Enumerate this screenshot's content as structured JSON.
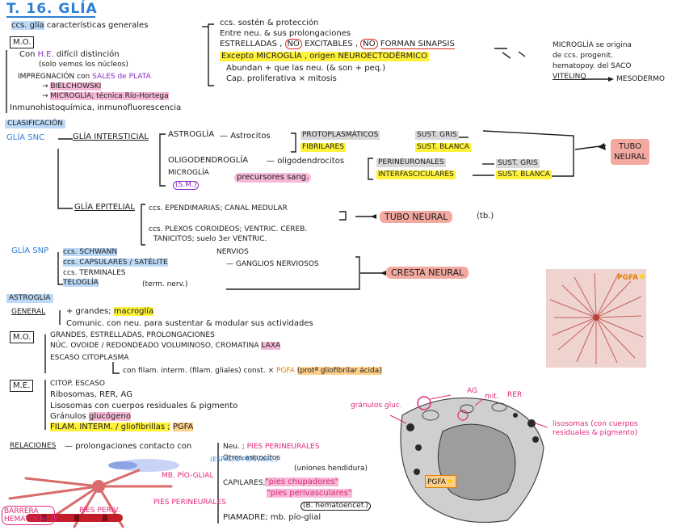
{
  "title": "T. 16. GLÍA",
  "intro": {
    "label": "ccs. glía",
    "desc": "características generales",
    "points": [
      "ccs. sostén & protección",
      "Entre neu. & sus prolongaciones",
      "ESTRELLADAS ,",
      "NO",
      "EXCITABLES ,",
      "FORMAN SINAPSIS",
      "Excepto MICROGLÍA , origen NEUROECTODÉRMICO",
      "Abundan + que las neu. (& son + peq.)",
      "Cap. proliferativa × mitosis"
    ],
    "micro_note": [
      "MICROGLÍA se origina",
      "de ccs. progenit.",
      "hematopoy. del SACO",
      "VITELINO",
      "MESODERMO"
    ]
  },
  "mo": {
    "tag": "M.O.",
    "he_prefix": "Con",
    "he": "H.E.",
    "he_suffix": "difícil distinción",
    "he_note": "(solo vemos los núcleos)",
    "impregnacion": "IMPREGNACIÓN con",
    "sales_plata": "SALES de PLATA",
    "bielchowski": "BIELCHOWSKI",
    "microglia_tecnica": "MICROGLÍA; técnica Río-Hortega",
    "inmuno": "Inmunohistoquímica, inmunofluorescencia"
  },
  "clasificacion": {
    "header": "CLASIFICACIÓN",
    "snc": "GLÍA SNC",
    "intersticial": "GLÍA INTERSTICIAL",
    "astroglia": "ASTROGLÍA",
    "astrocitos": "Astrocitos",
    "protoplasmicos": "PROTOPLASMÁTICOS",
    "fibrilares": "FIBRILARES",
    "sust_gris": "SUST. GRIS",
    "sust_blanca": "SUST. BLANCA",
    "oligodendroglia": "OLIGODENDROGLÍA",
    "oligodendrocitos": "oligodendrocitos",
    "perineuronales": "PERINEURONALES",
    "interfasciculares": "INTERFASCICULARES",
    "sust_gris2": "SUST. GRIS",
    "sust_blanca2": "SUST. BLANCA",
    "microglia": "MICROGLÍA",
    "sm": "(S.M.)",
    "precursores": "precursores sang.",
    "tubo_neural_1": [
      "TUBO",
      "NEURAL"
    ],
    "epitelial": "GLÍA EPITELIAL",
    "ependimarias": "ccs. EPENDIMARIAS; CANAL MEDULAR",
    "plexos": "ccs. PLEXOS COROIDEOS; VENTRIC. CEREB.",
    "tanicitos": "TANICITOS; suelo 3er VENTRIC.",
    "tubo_neural_2": "TUBO NEURAL",
    "tb": "(tb.)",
    "snp": "GLÍA SNP",
    "schwann": "ccs. SCHWANN",
    "nervios": "NERVIOS",
    "capsulares": "ccs. CAPSULARES / SATÉLITE",
    "ganglios": "GANGLIOS NERVIOSOS",
    "terminales": "ccs. TERMINALES",
    "teloglia": "TELOGLÍA",
    "term_nerv": "(term. nerv.)",
    "cresta": "CRESTA NEURAL"
  },
  "astroglia": {
    "header": "ASTROGLÍA",
    "general_tag": "GENERAL",
    "general_1": "+ grandes;",
    "macroglia": "macroglía",
    "general_2": "Comunic. con neu. para sustentar & modular sus actividades",
    "mo_tag": "M.O.",
    "mo_1": "GRANDES, ESTRELLADAS, PROLONGACIONES",
    "mo_2": "NÚC. OVOIDE / REDONDEADO VOLUMINOSO, CROMATINA",
    "laxa": "LAXA",
    "mo_3": "ESCASO CITOPLASMA",
    "mo_4": "con filam. interm. (filam. gliales) const. ×",
    "pgfa": "PGFA",
    "prot": "(protª gliofibrilar ácida)",
    "me_tag": "M.E.",
    "me_1": "CITOP. ESCASO",
    "me_2": "Ribosomas, RER, AG",
    "me_3": "Lisosomas con cuerpos residuales & pigmento",
    "me_4": "Gránulos",
    "glucogeno": "glucógeno",
    "me_5": "FILAM. INTERM. / gliofibrillas ;",
    "pgfa2": "PGFA"
  },
  "relaciones": {
    "tag": "RELACIONES",
    "desc": "prolongaciones contacto con",
    "neu": "Neu. ;",
    "pies_perineurales": "PIES PERINEURALES",
    "otros": "Otros astrocitos",
    "otros_note": "(uniones hendidura)",
    "capilares": "CAPILARES;",
    "chupadores": "\"pies chupadores\"",
    "perivasculares": "\"pies perivasculares\"",
    "bh": "(B. hematoencef.)",
    "piamadre": "PIAMADRE; mb. pío-glial"
  },
  "figures": {
    "pgfa_label": "PGFA",
    "pgfa_label_2": "PGFA",
    "em_labels": [
      "gránulos gluc.",
      "AG",
      "mit.",
      "RER",
      "lisosomas (con cuerpos residuales & pigmento)"
    ],
    "diagram_labels": [
      "BARRERA HEMATOENCEF.",
      "PIES PERIV.",
      "MB. PÍO-GLIAL",
      "(ESPACIO PERIVASC.)",
      "PIES PERINEURALES"
    ]
  },
  "colors": {
    "yellow": "#fff23a",
    "pink": "#f6b9d7",
    "blue": "#2e7fd6",
    "salmon": "#f3a8a0",
    "orange": "#ffd08a",
    "grey": "#d8d8d8"
  }
}
